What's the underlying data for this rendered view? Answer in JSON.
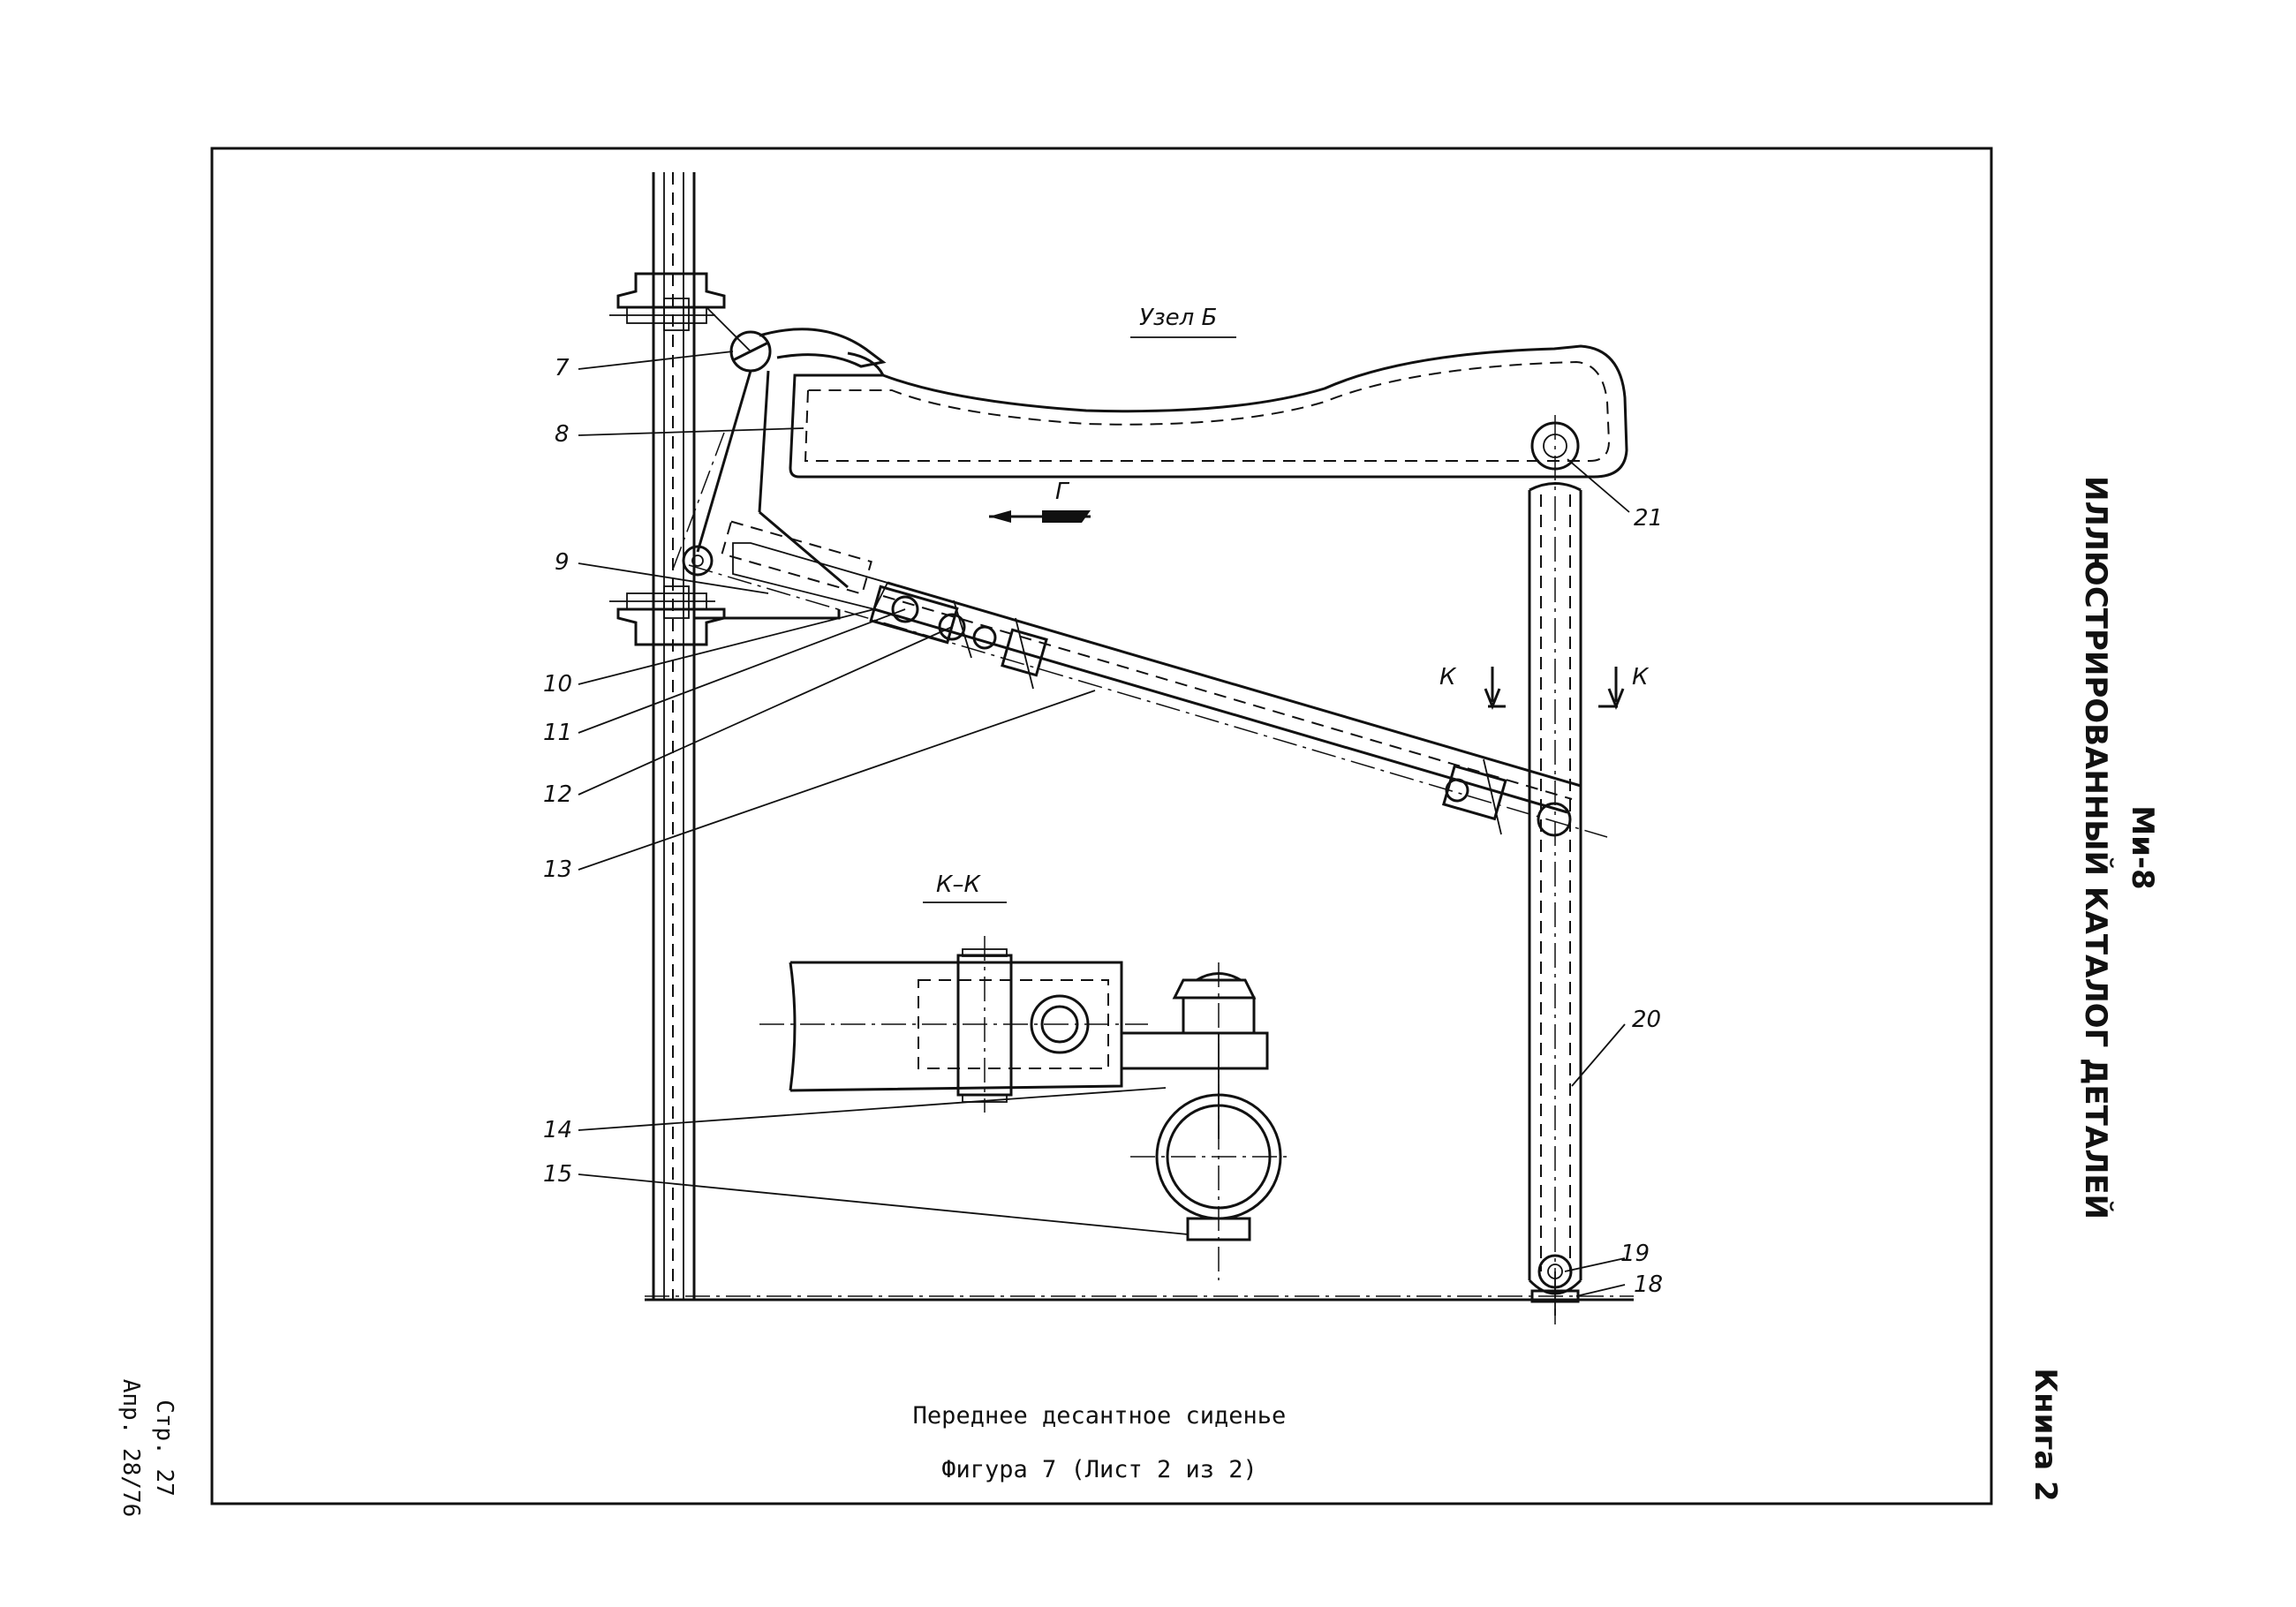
{
  "view_title": "Узел Б",
  "section_title": "К–К",
  "direction_label": "Г",
  "section_marks": [
    "К",
    "К"
  ],
  "callouts": [
    "7",
    "8",
    "9",
    "10",
    "11",
    "12",
    "13",
    "14",
    "15",
    "18",
    "19",
    "20",
    "21"
  ],
  "caption": {
    "line1": "Переднее десантное сиденье",
    "line2": "Фигура 7 (Лист 2 из 2)"
  },
  "side_header": {
    "model": "Ми-8",
    "catalog": "ИЛЛЮСТРИРОВАННЫЙ КАТАЛОГ ДЕТАЛЕЙ",
    "book": "Книга 2"
  },
  "page_stamp": {
    "page": "Стр. 27",
    "date": "Апр. 28/76"
  }
}
